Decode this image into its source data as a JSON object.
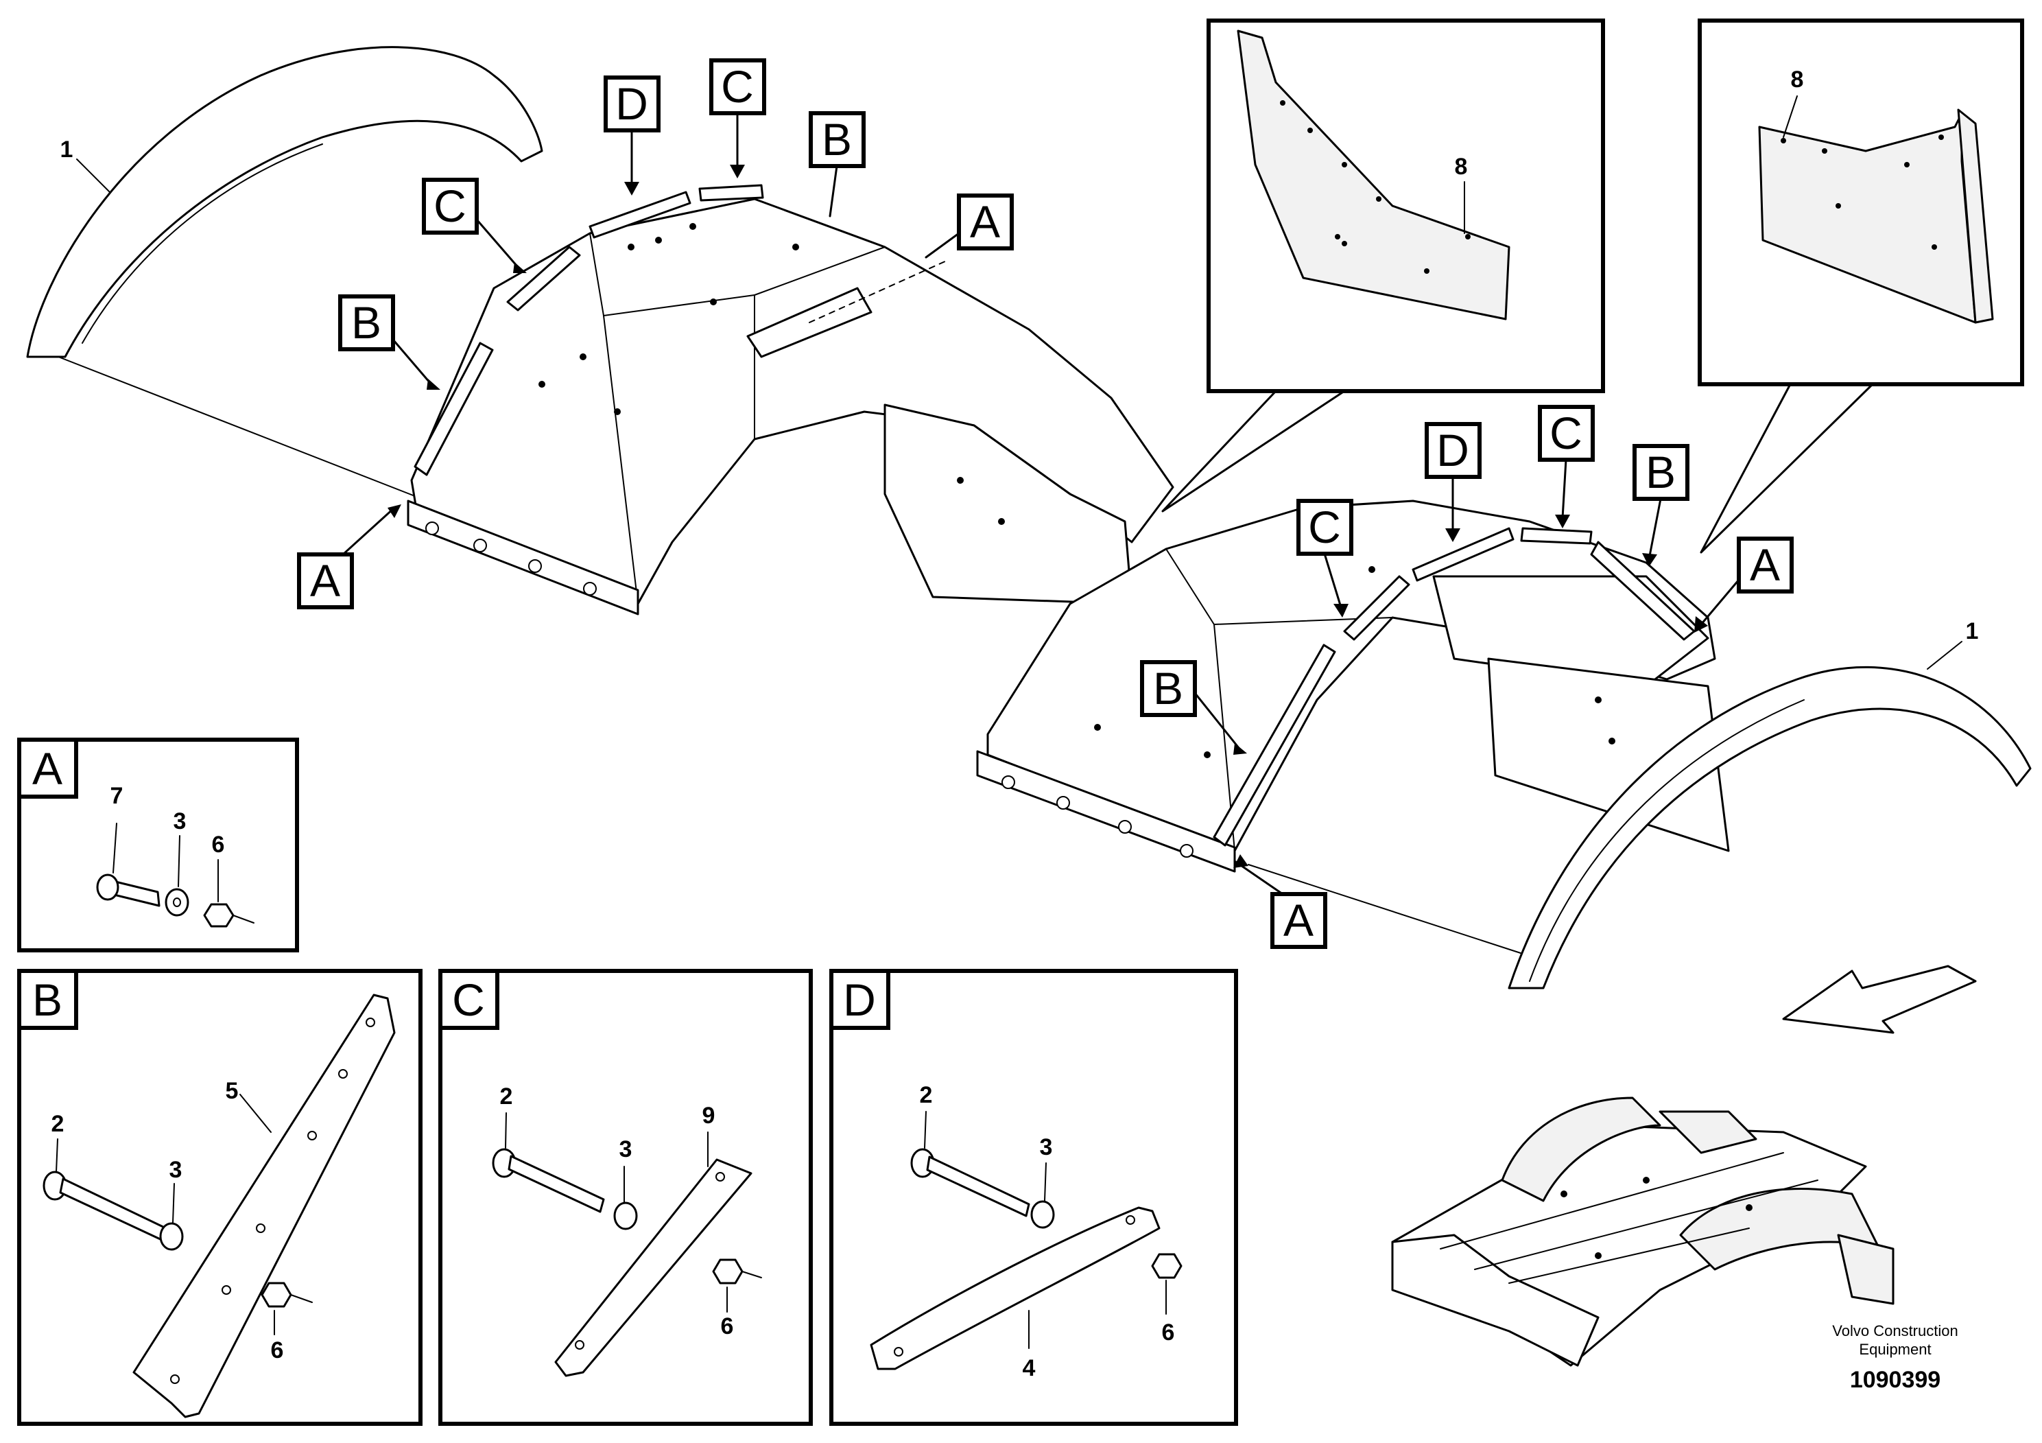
{
  "tags": {
    "A": "A",
    "B": "B",
    "C": "C",
    "D": "D"
  },
  "items": {
    "i1": "1",
    "i2": "2",
    "i3": "3",
    "i4": "4",
    "i5": "5",
    "i6": "6",
    "i7": "7",
    "i8": "8",
    "i9": "9"
  },
  "footer": {
    "brand_line1": "Volvo Construction",
    "brand_line2": "Equipment",
    "doc_number": "1090399"
  }
}
